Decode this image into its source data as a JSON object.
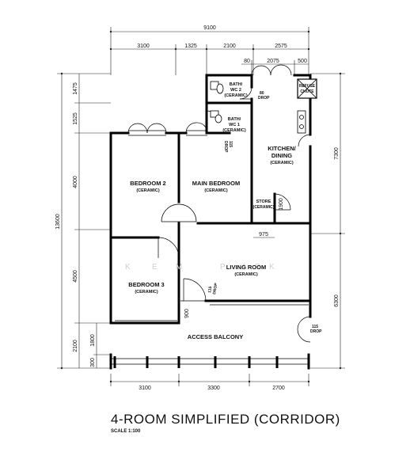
{
  "dimensions": {
    "top_total": "9100",
    "top_segments": [
      "3100",
      "1325",
      "2100",
      "2575"
    ],
    "top_sub": [
      "80",
      "2075",
      "500"
    ],
    "left_total": "13600",
    "left_segments": [
      "1475",
      "1525",
      "4000",
      "4500",
      "2100"
    ],
    "left_sub": [
      "1800",
      "300"
    ],
    "right_segments": [
      "7300",
      "6300"
    ],
    "bottom_segments": [
      "3100",
      "3300",
      "2700"
    ],
    "inner": {
      "store_width": "975",
      "store_door": "1900",
      "door_900": "900"
    }
  },
  "rooms": {
    "bath2": {
      "name": "BATH/",
      "name2": "WC 2",
      "finish": "(CERAMIC)"
    },
    "bath1": {
      "name": "BATH/",
      "name2": "WC 1",
      "finish": "(CERAMIC)"
    },
    "kitchen": {
      "name": "KITCHEN/",
      "name2": "DINING",
      "finish": "(CERAMIC)"
    },
    "bedroom2": {
      "name": "BEDROOM 2",
      "finish": "(CERAMIC)"
    },
    "main_bedroom": {
      "name": "MAIN BEDROOM",
      "finish": "(CERAMIC)"
    },
    "store": {
      "name": "STORE",
      "finish": "(CERAMIC)"
    },
    "living": {
      "name": "LIVING ROOM",
      "finish": "(CERAMIC)"
    },
    "bedroom3": {
      "name": "BEDROOM 3",
      "finish": "(CERAMIC)"
    },
    "balcony": {
      "name": "ACCESS BALCONY"
    }
  },
  "drops": {
    "d80": {
      "a": "80",
      "b": "DROP"
    },
    "d115a": {
      "a": "115",
      "b": "DROP"
    },
    "d115b": {
      "a": "115",
      "b": "DROP"
    },
    "d115c": {
      "a": "115",
      "b": "DROP"
    },
    "refuse": {
      "a": "REFUSE",
      "b": "CHUTE"
    }
  },
  "watermark": [
    "K",
    "E",
    "M",
    "P",
    "A",
    "R",
    "K"
  ],
  "title": "4-ROOM SIMPLIFIED (CORRIDOR)",
  "scale": "SCALE  1:100"
}
